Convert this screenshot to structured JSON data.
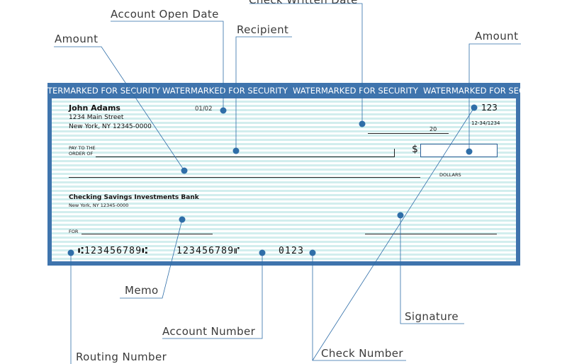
{
  "callouts": {
    "account_open_date": "Account Open Date",
    "recipient": "Recipient",
    "check_written_date": "Check Written Date",
    "amount_words": "Amount",
    "amount_numeric": "Amount",
    "memo": "Memo",
    "account_number": "Account Number",
    "routing_number": "Routing Number",
    "signature": "Signature",
    "check_number": "Check Number"
  },
  "check": {
    "watermark": "WATERMARKED FOR SECURITY",
    "watermark_partial_left": "TERMARKED FOR SECURITY",
    "watermark_partial_right": "WATERMARKED FOR SECU",
    "owner_name": "John Adams",
    "address_line1": "1234 Main Street",
    "address_line2": "New York, NY 12345-0000",
    "open_date": "01/02",
    "check_number": "123",
    "fraction_code": "12-34/1234",
    "year_prefix": "20",
    "pay_to_line1": "PAY TO THE",
    "pay_to_line2": "ORDER OF",
    "dollar_sign": "$",
    "dollars_label": "DOLLARS",
    "bank_name": "Checking Savings Investments Bank",
    "bank_address": "New York, NY 12345-0000",
    "for_label": "FOR",
    "micr_routing": "⑆123456789⑆",
    "micr_account": "123456789⑈",
    "micr_check": "0123"
  },
  "colors": {
    "check_border": "#3f74ad",
    "stripe": "#d2eeee",
    "leader": "#2f6ea8"
  }
}
